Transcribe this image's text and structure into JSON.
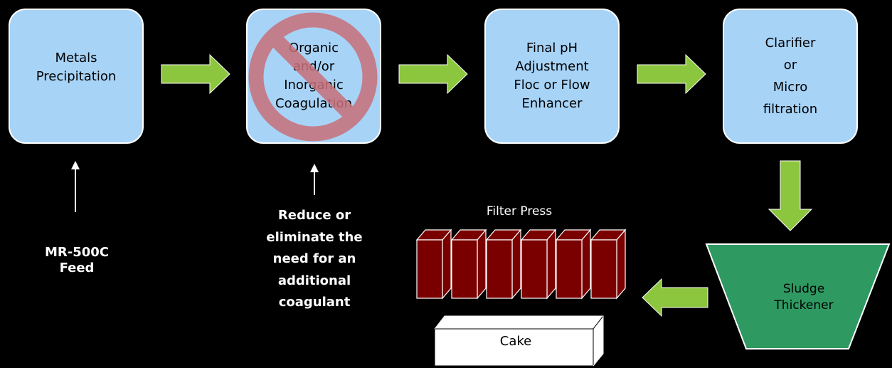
{
  "process_boxes": [
    {
      "lines": [
        "Metals",
        "Precipitation"
      ]
    },
    {
      "lines": [
        "Organic",
        "and/or",
        "Inorganic",
        "Coagulation"
      ]
    },
    {
      "lines": [
        "Final pH",
        "Adjustment",
        "Floc or Flow",
        "Enhancer"
      ]
    },
    {
      "lines": [
        "Clarifier",
        "or",
        "Micro",
        "filtration"
      ]
    }
  ],
  "feed_caption": [
    "MR-500C",
    "Feed"
  ],
  "coagulant_caption": [
    "Reduce or",
    "eliminate the",
    "need for an",
    "additional",
    "coagulant"
  ],
  "filter_press_label": "Filter Press",
  "sludge_thickener_lines": [
    "Sludge",
    "Thickener"
  ],
  "cake_label": "Cake",
  "colors": {
    "background": "#000000",
    "box_fill": "#a7d3f7",
    "arrow_green": "#8cc63f",
    "press_plate": "#7a0000",
    "thickener": "#2e9a62",
    "prohibition": "#c8707a"
  },
  "icons": {
    "no_symbol": "prohibition-icon"
  }
}
